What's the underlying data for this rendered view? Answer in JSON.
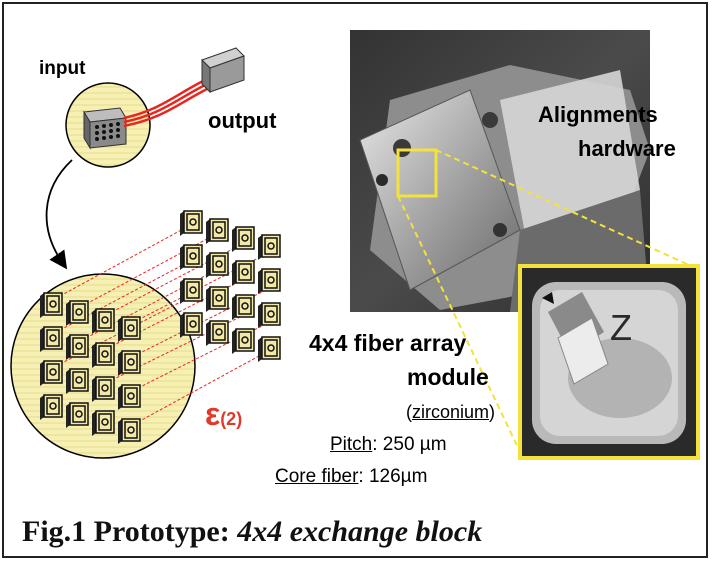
{
  "figure": {
    "labels": {
      "input": "input",
      "output": "output",
      "alignments_line1": "Alignments",
      "alignments_line2": "hardware",
      "module_line1": "4x4 fiber array",
      "module_line2": "module",
      "zirconium_open": "(",
      "zirconium_word": "zirconium",
      "zirconium_close": ")",
      "pitch_label": "Pitch",
      "pitch_value": ": 250 µm",
      "core_label": "Core fiber",
      "core_value": ": 126µm",
      "epsilon": "ε",
      "epsilon_sub": "(2)",
      "inset_letter": "Z"
    },
    "caption": {
      "prefix": "Fig.1 Prototype: ",
      "title": "4x4 exchange block"
    },
    "colors": {
      "cable_red": "#e8261f",
      "highlight_yellow": "#f2e23a",
      "disc_fill": "#f6f0b4",
      "epsilon_red": "#e23a2a"
    }
  }
}
